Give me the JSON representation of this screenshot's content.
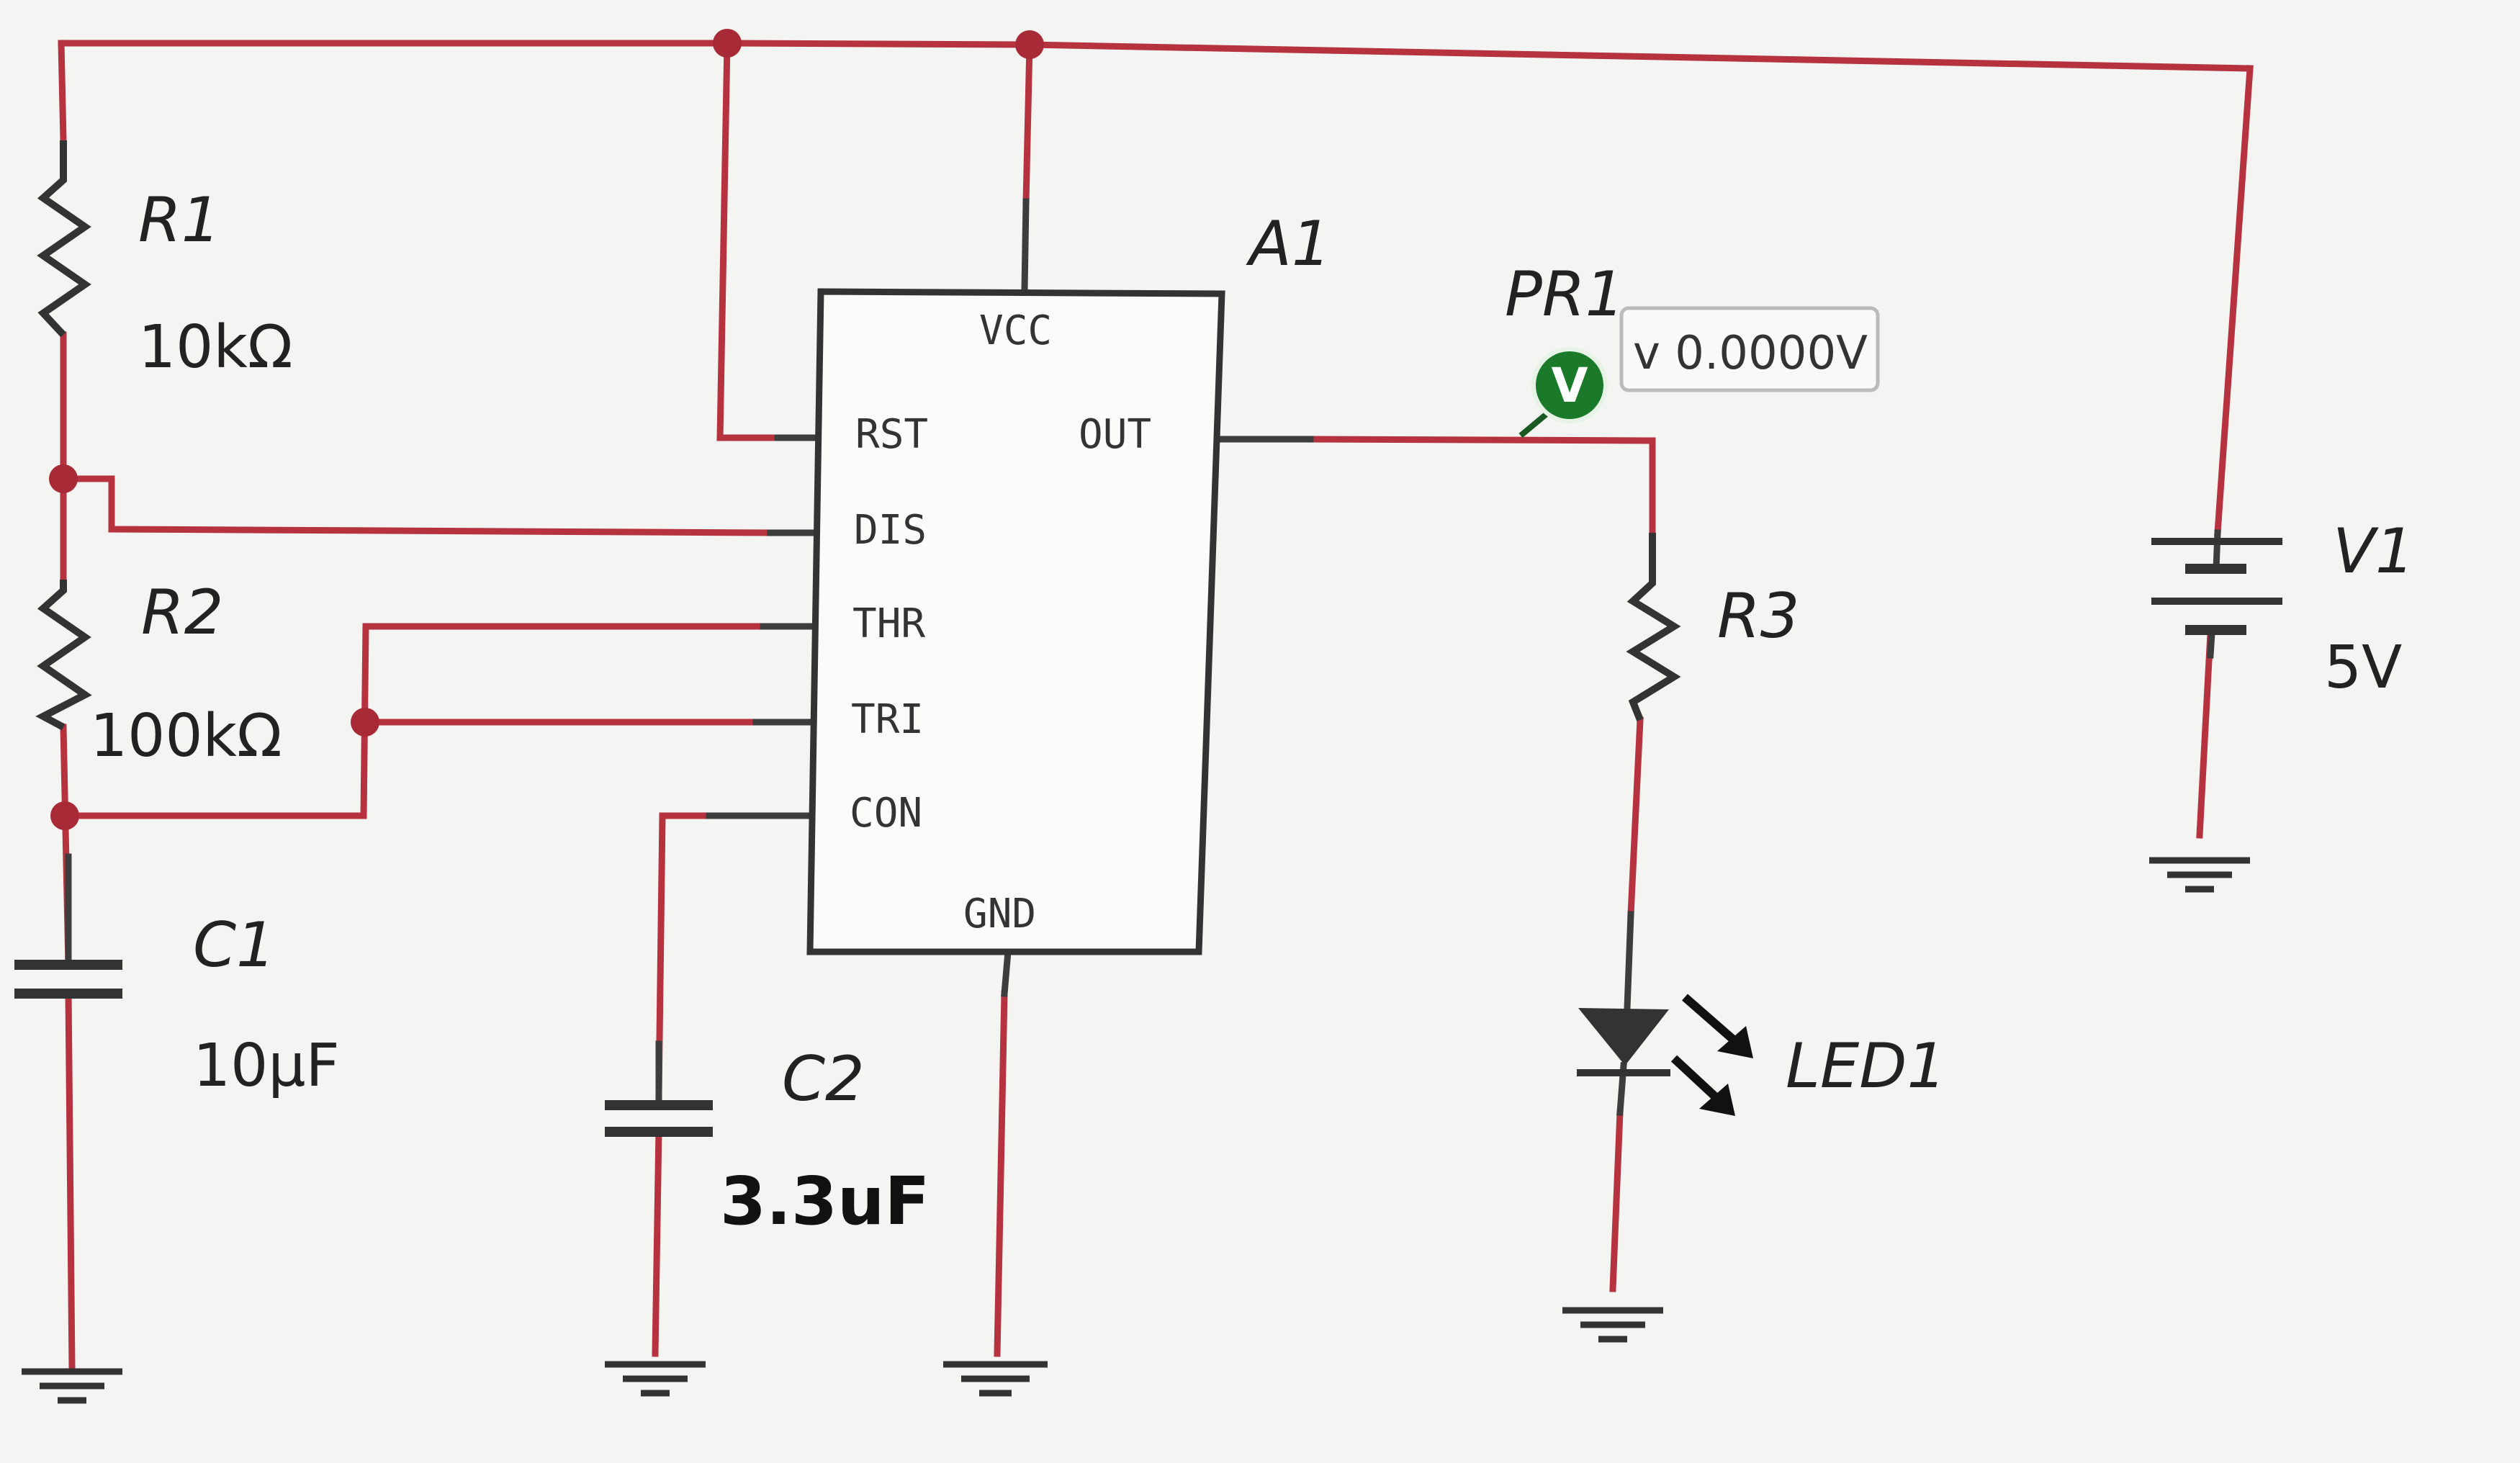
{
  "colors": {
    "wire": "#b5323e",
    "lead": "#3d3d3d",
    "probe": "#1a7a2a",
    "background": "#f4f4f2"
  },
  "components": {
    "R1": {
      "ref": "R1",
      "value": "10kΩ"
    },
    "R2": {
      "ref": "R2",
      "value": "100kΩ"
    },
    "R3": {
      "ref": "R3"
    },
    "C1": {
      "ref": "C1",
      "value": "10μF"
    },
    "C2": {
      "ref": "C2",
      "value": "3.3uF"
    },
    "A1": {
      "ref": "A1",
      "pins": {
        "vcc": "VCC",
        "rst": "RST",
        "out": "OUT",
        "dis": "DIS",
        "thr": "THR",
        "tri": "TRI",
        "con": "CON",
        "gnd": "GND"
      }
    },
    "V1": {
      "ref": "V1",
      "value": "5V"
    },
    "LED1": {
      "ref": "LED1"
    },
    "PR1": {
      "ref": "PR1",
      "icon": "V",
      "reading": "v 0.0000V"
    }
  },
  "icons": [
    "resistor-icon",
    "capacitor-icon",
    "battery-icon",
    "led-icon",
    "ground-icon",
    "voltage-probe-icon"
  ]
}
